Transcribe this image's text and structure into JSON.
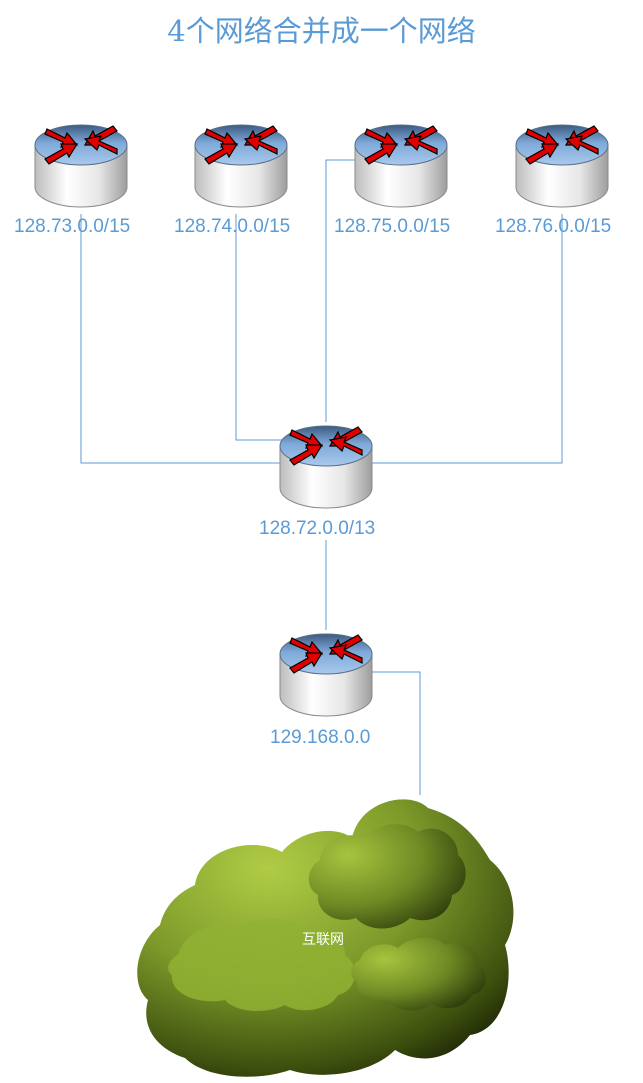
{
  "title": "4个网络合并成一个网络",
  "routers": {
    "r1": {
      "label": "128.73.0.0/15"
    },
    "r2": {
      "label": "128.74.0.0/15"
    },
    "r3": {
      "label": "128.75.0.0/15"
    },
    "r4": {
      "label": "128.76.0.0/15"
    },
    "aggregate": {
      "label": "128.72.0.0/13"
    },
    "gateway": {
      "label": "129.168.0.0"
    }
  },
  "internet": {
    "label": "互联网"
  },
  "colors": {
    "text": "#5b9bd5",
    "line": "#5b9bd5",
    "router_top": "#7aa7d6",
    "arrow": "#e00000",
    "cloud_light": "#a4c13a",
    "cloud_dark": "#1f2a06"
  }
}
